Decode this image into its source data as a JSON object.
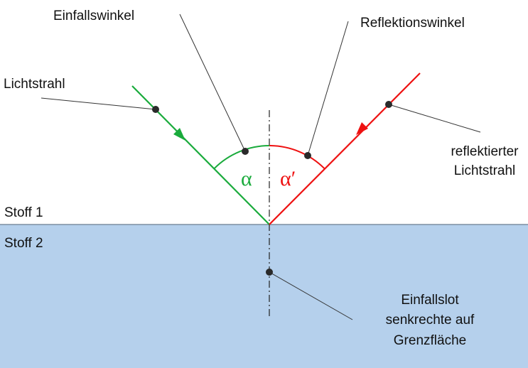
{
  "labels": {
    "incidence_angle": "Einfallswinkel",
    "reflection_angle": "Reflektionswinkel",
    "light_ray": "Lichtstrahl",
    "reflected_line1": "reflektierter",
    "reflected_line2": "Lichtstrahl",
    "medium1": "Stoff 1",
    "medium2": "Stoff 2",
    "normal_line1": "Einfallslot",
    "normal_line2": "senkrechte auf",
    "normal_line3": "Grenzfläche",
    "alpha": "α",
    "alpha_prime": "α′"
  },
  "colors": {
    "incident_ray": "#1aab3c",
    "reflected_ray": "#ee1111",
    "medium2_fill": "#b5d0ec",
    "boundary": "#6b7d90",
    "leader": "#333333",
    "dot": "#2a2a2a"
  }
}
